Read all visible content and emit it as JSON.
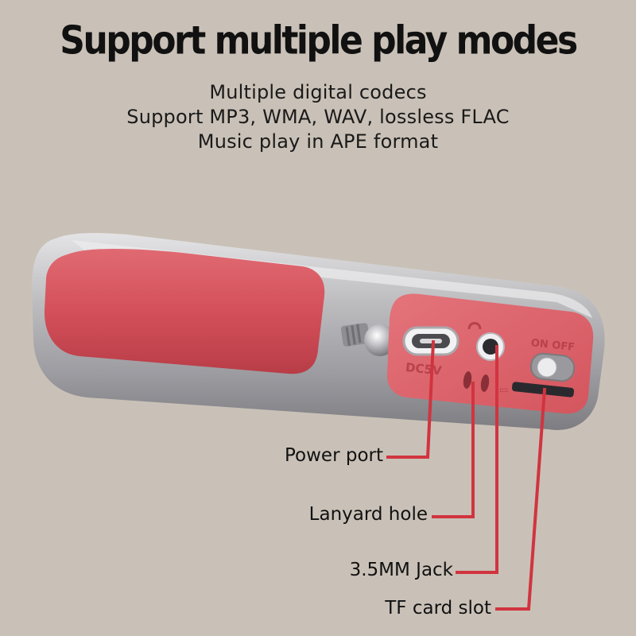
{
  "header": {
    "title": "Support multiple play modes",
    "lines": [
      "Multiple digital codecs",
      "Support MP3, WMA, WAV, lossless FLAC",
      "Music play in APE format"
    ]
  },
  "device": {
    "port_label": "DC5V",
    "switch_label": "ON OFF"
  },
  "callouts": [
    {
      "label": "Power port"
    },
    {
      "label": "Lanyard hole"
    },
    {
      "label": "3.5MM Jack"
    },
    {
      "label": "TF card slot"
    }
  ],
  "colors": {
    "background": "#c9c1b7",
    "accent_red": "#d64a55",
    "leader_line": "#d1343f",
    "body_silver": "#b8b8bb"
  }
}
